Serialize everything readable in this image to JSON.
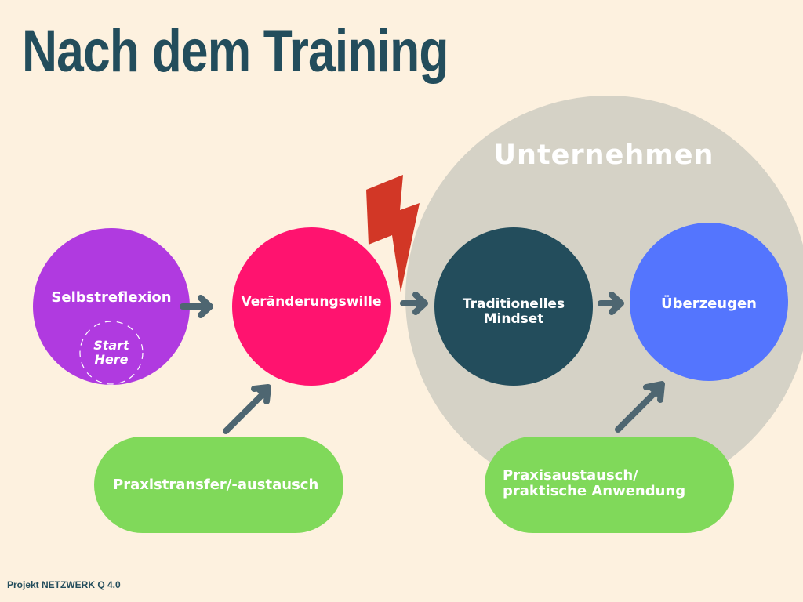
{
  "title": "Nach dem Training",
  "company_label": "Unternehmen",
  "nodes": {
    "selbstreflexion": "Selbstreflexion",
    "start_here": "Start Here",
    "veraenderungswille": "Veränderungswille",
    "traditionelles_mindset": "Traditionelles Mindset",
    "ueberzeugen": "Überzeugen"
  },
  "pills": {
    "praxistransfer": "Praxistransfer/-austausch",
    "praxisaustausch_line1": "Praxisaustausch/",
    "praxisaustausch_line2": "praktische Anwendung"
  },
  "footer": "Projekt NETZWERK Q 4.0",
  "colors": {
    "background": "#fdf1df",
    "title": "#234d5c",
    "company_circle": "#d5d2c6",
    "selbstreflexion": "#b03ae0",
    "veraenderungswille": "#ff136f",
    "mindset": "#234d5c",
    "ueberzeugen": "#5475fe",
    "pill": "#80d95a",
    "arrow": "#4e6671",
    "lightning": "#d23726"
  }
}
